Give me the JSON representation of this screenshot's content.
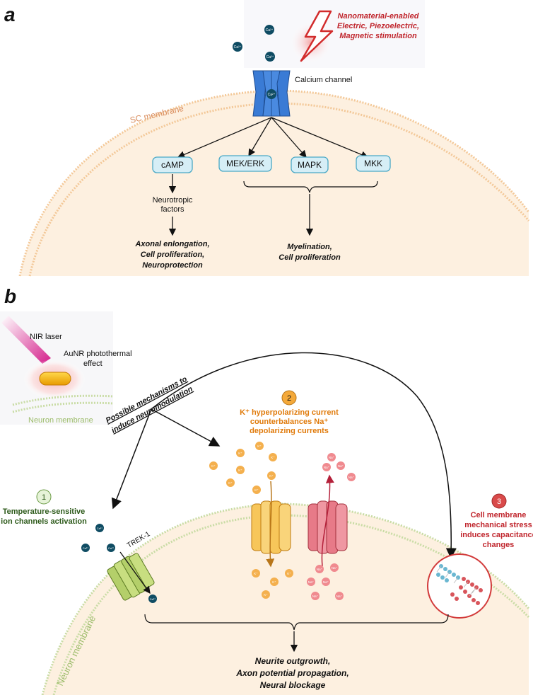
{
  "panel_a": {
    "letter": "a",
    "stimulation": [
      "Nanomaterial-enabled",
      "Electric, Piezoelectric,",
      "Magnetic stimulation"
    ],
    "ion_label": "Ca",
    "ion_charge": "2+",
    "channel_label": "Calcium channel",
    "membrane_label": "SC membrane",
    "pathways": [
      "cAMP",
      "MEK/ERK",
      "MAPK",
      "MKK"
    ],
    "intermediate": [
      "Neurotropic",
      "factors"
    ],
    "outcome_left": [
      "Axonal enlongation,",
      "Cell proliferation,",
      "Neuroprotection"
    ],
    "outcome_right": [
      "Myelination,",
      "Cell proliferation"
    ]
  },
  "panel_b": {
    "letter": "b",
    "laser_label": "NIR laser",
    "auNR_label": [
      "AuNR photothermal",
      "effect"
    ],
    "membrane_label": "Neuron membrane",
    "membrane_label_big": "Neuron membrane",
    "mechanisms_label": [
      "Possible mechanisms to",
      "induce neuromodulation"
    ],
    "mech1": {
      "number": "1",
      "label": [
        "Temperature-sensitive",
        "ion channels activation"
      ]
    },
    "mech2": {
      "number": "2",
      "label": [
        "K⁺ hyperpolarizing current",
        "counterbalances Na⁺",
        "depolarizing currents"
      ]
    },
    "mech3": {
      "number": "3",
      "label": [
        "Cell membrane",
        "mechanical stress",
        "induces capacitance",
        "changes"
      ]
    },
    "channel_trek": "TREK-1",
    "k_ion": "K⁺",
    "na_ion": "Na⁺",
    "ca_ion": "Ca²⁺",
    "outcome": [
      "Neurite outgrowth,",
      "Axon potential propagation,",
      "Neural blockage"
    ]
  },
  "colors": {
    "cell_fill": "#fdf0e0",
    "membrane_a": "#f5cfa2",
    "membrane_b": "#cfe0ae",
    "pathway_fill": "#d6eef6",
    "pathway_stroke": "#4aa8c5",
    "channel_blue": "#3a7bd5",
    "stim_red": "#c0262d",
    "orange": "#e8820c",
    "green_dark": "#2d5a1a",
    "k_ion": "#f4b04e",
    "na_ion": "#f08a8f",
    "ca_ion": "#0f4c63"
  }
}
